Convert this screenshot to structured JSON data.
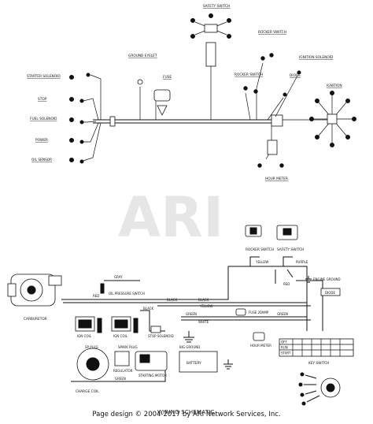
{
  "watermark": "ARI",
  "footer": "Page design © 2004-2017 by ARI Network Services, Inc.",
  "title": "WIRING SCHEMATIC",
  "harness_labels": {
    "safety_switch": "SAFETY SWITCH",
    "ground_eyelet": "GROUND EYELET",
    "fuse": "FUSE",
    "rocker_switch_1": "ROCKER SWITCH",
    "rocker_switch_2": "ROCKER SWITCH",
    "diode": "DIODE",
    "ignition_solenoid": "IGNITION SOLENOID",
    "ignition": "IGNITION",
    "starter_solenoid": "STARTER SOLENOID",
    "stop": "STOP",
    "fuel_solenoid": "FUEL SOLENOID",
    "power": "POWER",
    "oil_sensor": "OIL SENSOR",
    "hour_meter": "HOUR METER"
  },
  "schematic_labels": {
    "rocker_switch": "ROCKER SWITCH",
    "safety_switch": "SAFETY SWITCH",
    "purple": "PURPLE",
    "yellow": "YELLOW",
    "red": "RED",
    "engine_ground": "ENGINE GROUND",
    "carburetor": "CARBURETOR",
    "oil_pressure_switch": "OIL PRESSURE SWITCH",
    "gray": "GRAY",
    "red_wire": "RED",
    "black_1": "BLACK",
    "black_2": "BLACK",
    "yellow_2": "YELLOW",
    "green_1": "GREEN",
    "green_2": "GREEN",
    "white": "WHITE",
    "fuse_20amp": "FUSE 20AMP",
    "black_3": "BLACK",
    "ignition_coil_1": "IGN COIL",
    "ignition_coil_2": "IGN COIL",
    "sp_plug": "SP PLUG",
    "spark_plug": "SPARK PLUG",
    "regulator": "REGULATOR",
    "starting_motor": "STARTING MOTOR",
    "battery": "BATTERY",
    "charge_coil": "CHARGE COIL",
    "green_3": "GREEN",
    "ground": "BIG GROUND",
    "hour_meter": "HOUR METER",
    "key_switch": "KEY SWITCH",
    "diode": "DIODE",
    "stop_solenoid": "STOP SOLENOID"
  },
  "key_switch_table": {
    "rows": [
      "OFF",
      "RUN",
      "START"
    ]
  }
}
